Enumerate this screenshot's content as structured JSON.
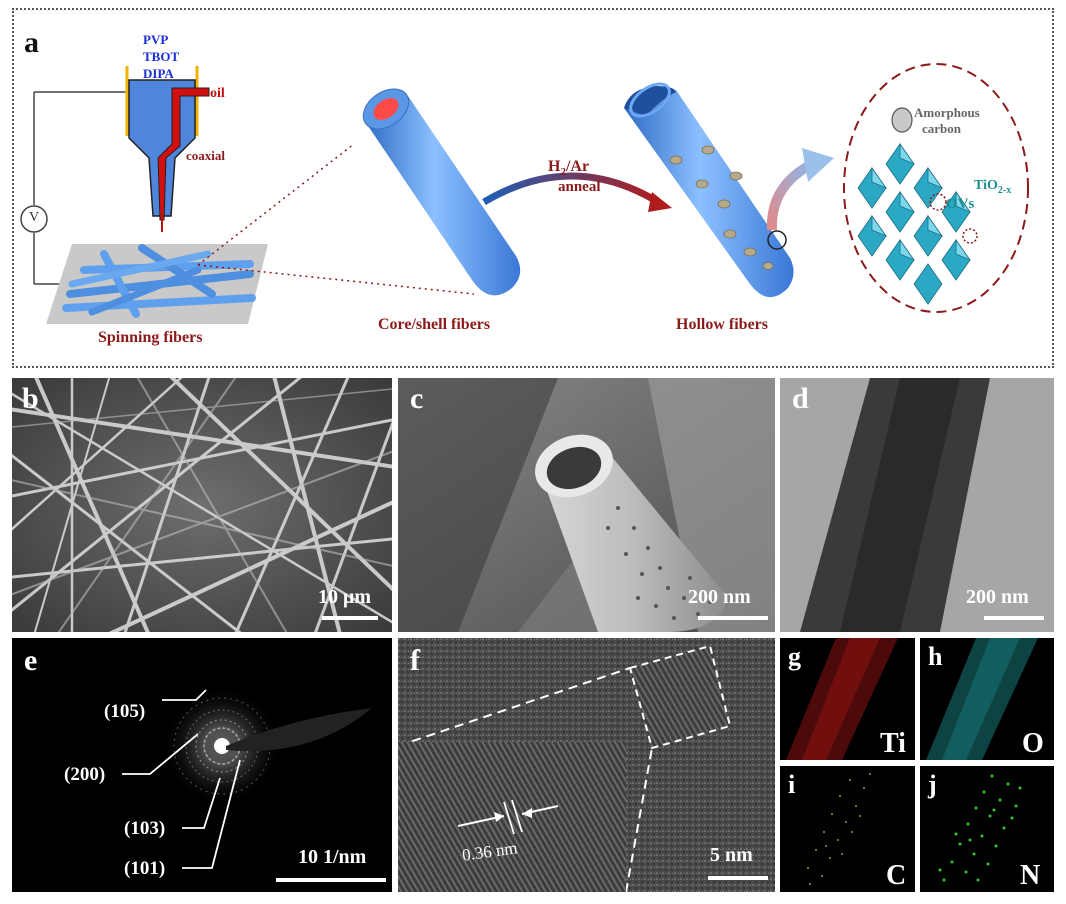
{
  "panel_a": {
    "label": "a",
    "precursors": [
      "PVP",
      "TBOT",
      "DIPA"
    ],
    "oil": "oil",
    "coaxial": "coaxial",
    "voltage": "V",
    "spinning": "Spinning fibers",
    "coreshell": "Core/shell fibers",
    "anneal_gas_1": "H",
    "anneal_gas_sub": "2",
    "anneal_gas_2": "/Ar",
    "anneal": "anneal",
    "hollow": "Hollow fibers",
    "amorphous_1": "Amorphous",
    "amorphous_2": "carbon",
    "tio_1": "TiO",
    "tio_sub": "2-x",
    "ovs": "OVs"
  },
  "panel_b": {
    "label": "b",
    "scale": "10 μm"
  },
  "panel_c": {
    "label": "c",
    "scale": "200 nm"
  },
  "panel_d": {
    "label": "d",
    "scale": "200 nm"
  },
  "panel_e": {
    "label": "e",
    "planes": [
      "(105)",
      "(200)",
      "(103)",
      "(101)"
    ],
    "scale": "10  1/nm"
  },
  "panel_f": {
    "label": "f",
    "spacing": "0.36 nm",
    "scale": "5 nm"
  },
  "panel_g": {
    "label": "g",
    "element": "Ti",
    "color": "#b01818"
  },
  "panel_h": {
    "label": "h",
    "element": "O",
    "color": "#1fa3a3"
  },
  "panel_i": {
    "label": "i",
    "element": "C",
    "color": "#8a8a20"
  },
  "panel_j": {
    "label": "j",
    "element": "N",
    "color": "#27c227"
  },
  "colors": {
    "fiber_blue": "#4f8fe0",
    "dark_red": "#8b1a1a",
    "label_red": "#8b1a1a",
    "precursor_blue": "#1a2ed8"
  }
}
